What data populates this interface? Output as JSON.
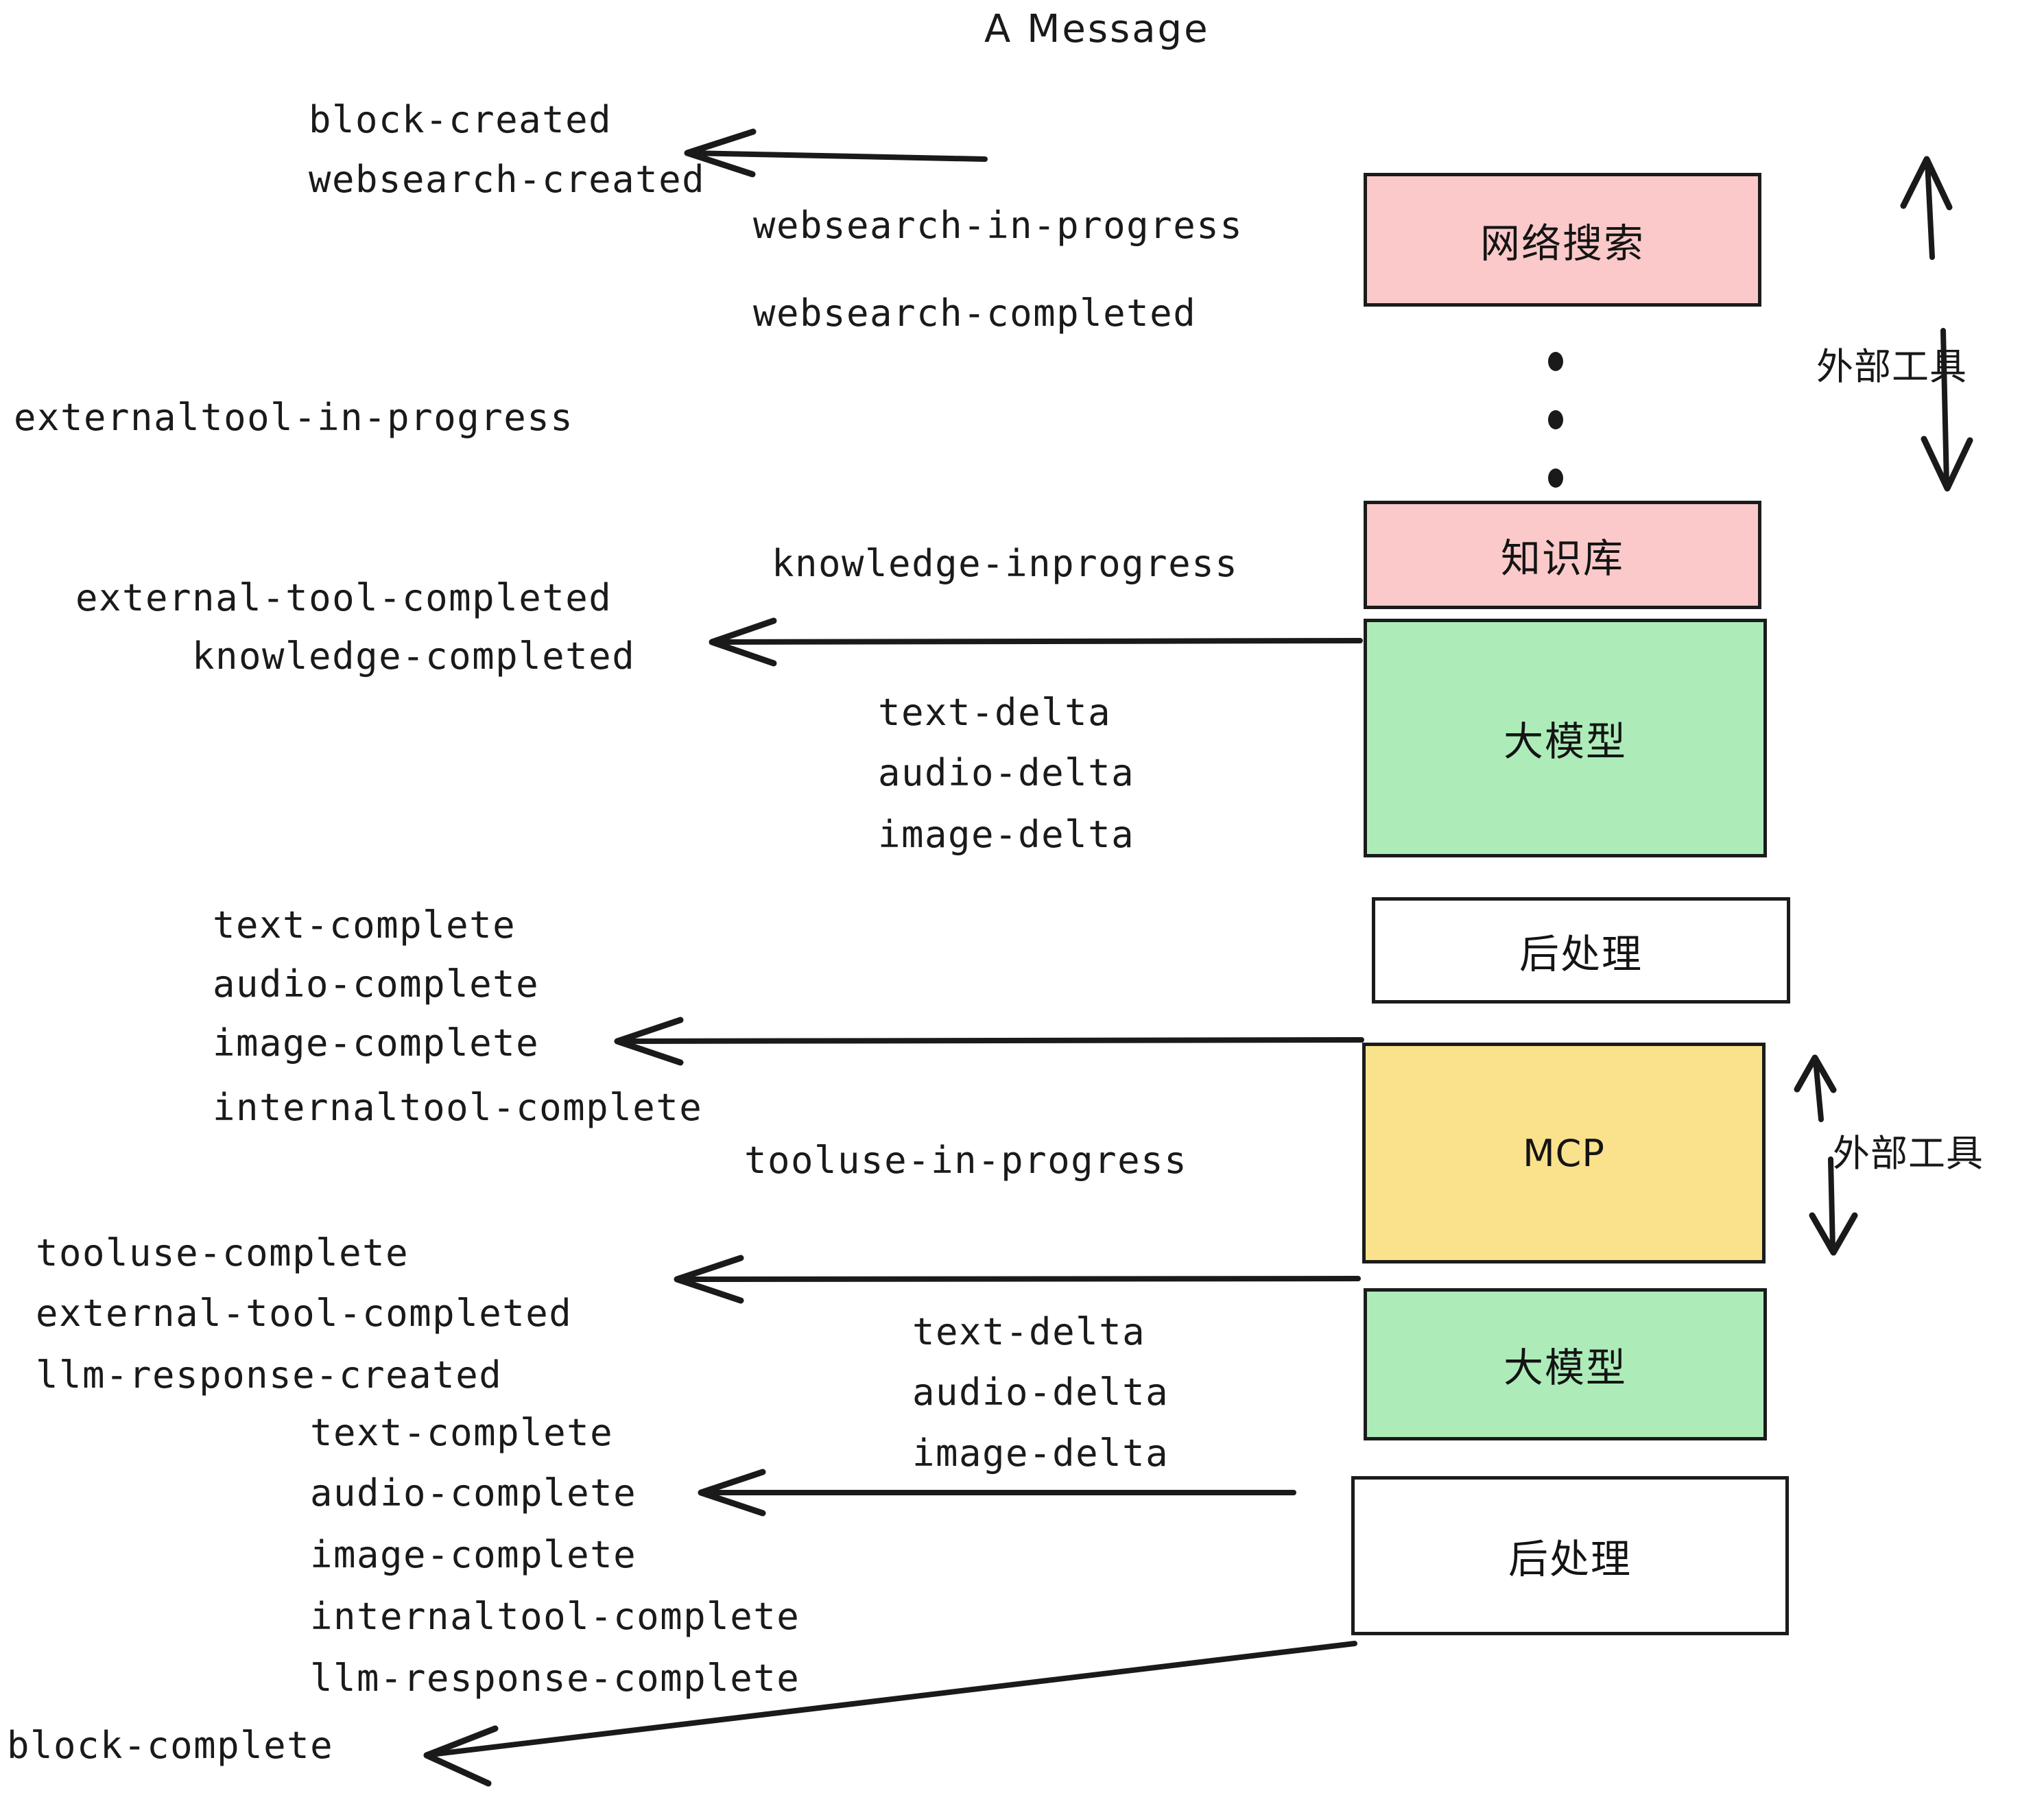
{
  "title": "A Message",
  "colors": {
    "pink": "#FBC9C9",
    "green": "#ADECB9",
    "yellow": "#FAE18C",
    "white": "#FFFFFF",
    "stroke": "#1b1b1b",
    "text": "#1a1a1a",
    "background": "#FFFFFF"
  },
  "nodes": [
    {
      "id": "websearch",
      "label": "网络搜索",
      "fill": "pink"
    },
    {
      "id": "knowledge",
      "label": "知识库",
      "fill": "pink"
    },
    {
      "id": "llm-1",
      "label": "大模型",
      "fill": "green"
    },
    {
      "id": "postproc-1",
      "label": "后处理",
      "fill": "white"
    },
    {
      "id": "mcp",
      "label": "MCP",
      "fill": "yellow"
    },
    {
      "id": "llm-2",
      "label": "大模型",
      "fill": "green"
    },
    {
      "id": "postproc-2",
      "label": "后处理",
      "fill": "white"
    }
  ],
  "side_labels": [
    {
      "id": "external-tools-top",
      "label": "外部工具"
    },
    {
      "id": "external-tools-bottom",
      "label": "外部工具"
    }
  ],
  "events": [
    {
      "id": "block-created",
      "text": "block-created"
    },
    {
      "id": "websearch-created",
      "text": "websearch-created"
    },
    {
      "id": "websearch-in-progress",
      "text": "websearch-in-progress"
    },
    {
      "id": "websearch-completed",
      "text": "websearch-completed"
    },
    {
      "id": "externaltool-in-progress",
      "text": "externaltool-in-progress"
    },
    {
      "id": "knowledge-inprogress",
      "text": "knowledge-inprogress"
    },
    {
      "id": "external-tool-completed-1",
      "text": "external-tool-completed"
    },
    {
      "id": "knowledge-completed",
      "text": "knowledge-completed"
    },
    {
      "id": "text-delta-1",
      "text": "text-delta"
    },
    {
      "id": "audio-delta-1",
      "text": "audio-delta"
    },
    {
      "id": "image-delta-1",
      "text": "image-delta"
    },
    {
      "id": "text-complete-1",
      "text": "text-complete"
    },
    {
      "id": "audio-complete-1",
      "text": "audio-complete"
    },
    {
      "id": "image-complete-1",
      "text": "image-complete"
    },
    {
      "id": "internaltool-complete-1",
      "text": "internaltool-complete"
    },
    {
      "id": "tooluse-in-progress",
      "text": "tooluse-in-progress"
    },
    {
      "id": "tooluse-complete",
      "text": "tooluse-complete"
    },
    {
      "id": "external-tool-completed-2",
      "text": "external-tool-completed"
    },
    {
      "id": "llm-response-created",
      "text": "llm-response-created"
    },
    {
      "id": "text-delta-2",
      "text": "text-delta"
    },
    {
      "id": "audio-delta-2",
      "text": "audio-delta"
    },
    {
      "id": "image-delta-2",
      "text": "image-delta"
    },
    {
      "id": "text-complete-2",
      "text": "text-complete"
    },
    {
      "id": "audio-complete-2",
      "text": "audio-complete"
    },
    {
      "id": "image-complete-2",
      "text": "image-complete"
    },
    {
      "id": "internaltool-complete-2",
      "text": "internaltool-complete"
    },
    {
      "id": "llm-response-complete",
      "text": "llm-response-complete"
    },
    {
      "id": "block-complete",
      "text": "block-complete"
    }
  ]
}
